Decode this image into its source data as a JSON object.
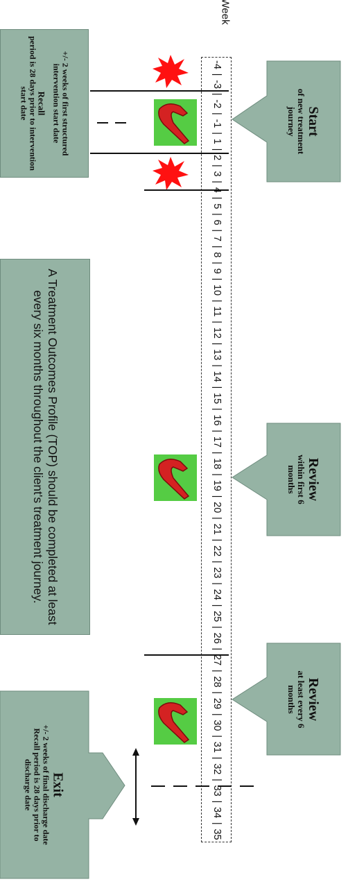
{
  "week_header": "Week",
  "weeks": [
    "-4",
    "-3",
    "-2",
    "-1",
    "1",
    "2",
    "3",
    "4",
    "5",
    "6",
    "7",
    "8",
    "9",
    "10",
    "11",
    "12",
    "13",
    "14",
    "15",
    "16",
    "17",
    "18",
    "19",
    "20",
    "21",
    "22",
    "23",
    "24",
    "25",
    "26",
    "27",
    "28",
    "29",
    "30",
    "31",
    "32",
    "33",
    "34",
    "35"
  ],
  "start": {
    "title": "Start",
    "subtitle": "of new treatment journey"
  },
  "review1": {
    "title": "Review",
    "subtitle": "within first 6 months"
  },
  "review2": {
    "title": "Review",
    "subtitle": "at least every 6 months"
  },
  "exit": {
    "title": "Exit",
    "line1": "+/- 2 weeks of final discharge date",
    "line2": "Recall period is 28 days prior to discharge date"
  },
  "start_window": {
    "line1": "+/- 2 weeks of first structured intervention start date",
    "line2_title": "Recall",
    "line2": "period is 28 days prior to intervention start date"
  },
  "note": "A Treatment Outcomes Profile (TOP) should be completed at least every six months throughout the client's treatment journey.",
  "colors": {
    "box_fill": "#95b3a4",
    "icon_bg": "#55cc44",
    "boomerang": "#d42222",
    "burst": "#ff1111"
  },
  "icons": [
    "red-burst-icon",
    "boomerang-icon",
    "double-arrow-icon"
  ]
}
